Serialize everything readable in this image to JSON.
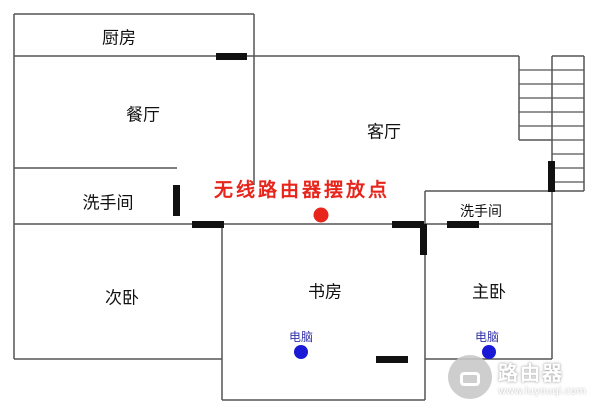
{
  "rooms": {
    "kitchen": "厨房",
    "dining": "餐厅",
    "living": "客厅",
    "washroom_left": "洗手间",
    "washroom_right": "洗手间",
    "second_bedroom": "次卧",
    "study": "书房",
    "master_bedroom": "主卧"
  },
  "router": {
    "label": "无线路由器摆放点",
    "color": "#e8251c"
  },
  "computers": {
    "study_pc": "电脑",
    "master_pc": "电脑",
    "color": "#1a1ad6"
  },
  "watermark": {
    "name": "路由器",
    "site": "www.luyouqi.com"
  },
  "colors": {
    "wall": "#555555",
    "door": "#111111"
  }
}
